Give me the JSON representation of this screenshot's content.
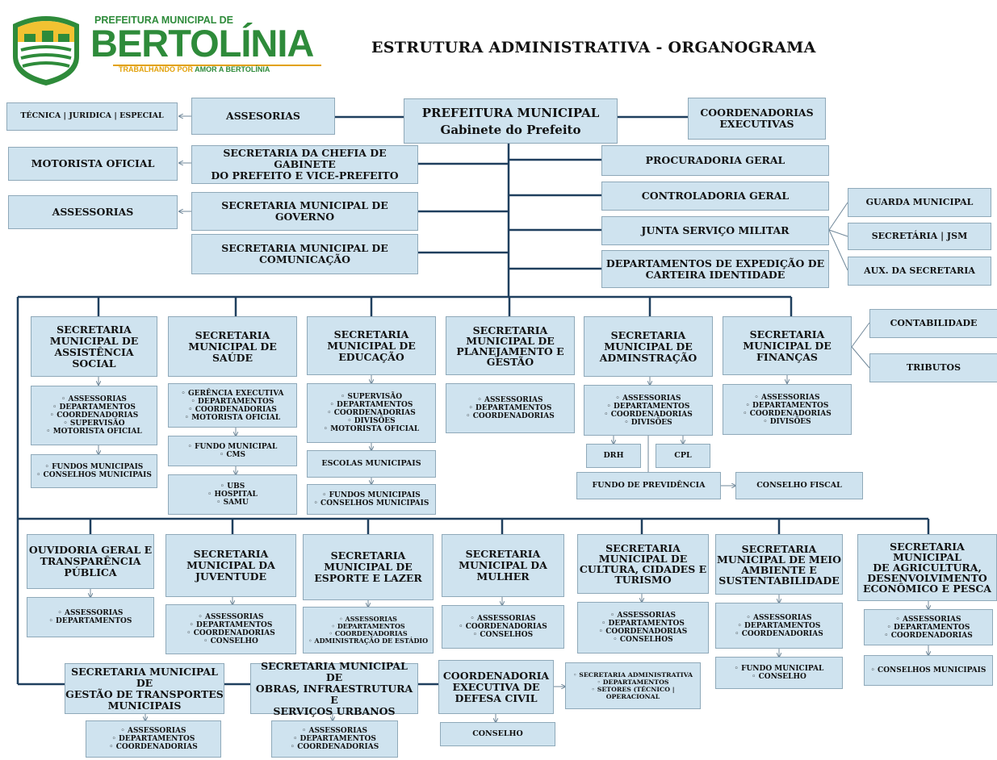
{
  "header": {
    "brand_top": "PREFEITURA MUNICIPAL DE",
    "brand_name": "BERTOLÍNIA",
    "brand_tag_prefix": "TRABALHANDO POR",
    "brand_tag_emphasis": "AMOR A BERTOLÍNIA",
    "title": "ESTRUTURA ADMINISTRATIVA - ORGANOGRAMA",
    "colors": {
      "brand_green": "#2e8b3a",
      "brand_gold": "#e2a10a",
      "box_fill": "#cfe3ef",
      "line": "#1f3f5e"
    }
  },
  "top": {
    "prefeitura": "PREFEITURA MUNICIPAL",
    "gabinete": "Gabinete do Prefeito",
    "assesorias": "ASSESORIAS",
    "tecnica": "TÉCNICA | JURIDICA | ESPECIAL",
    "coord_exec": "COORDENADORIAS\nEXECUTIVAS",
    "motorista": "MOTORISTA OFICIAL",
    "sec_chefia": "SECRETARIA DA CHEFIA DE GABINETE\nDO PREFEITO E VICE-PREFEITO",
    "assessorias": "ASSESSORIAS",
    "sec_governo": "SECRETARIA MUNICIPAL DE GOVERNO",
    "sec_comunicacao": "SECRETARIA MUNICIPAL DE\nCOMUNICAÇÃO",
    "procuradoria": "PROCURADORIA GERAL",
    "controladoria": "CONTROLADORIA GERAL",
    "junta": "JUNTA SERVIÇO MILITAR",
    "guarda": "GUARDA MUNICIPAL",
    "secretaria_jsm": "SECRETÁRIA | JSM",
    "aux_secretaria": "AUX. DA SECRETARIA",
    "dept_expedicao": "DEPARTAMENTOS DE EXPEDIÇÃO DE\nCARTEIRA IDENTIDADE"
  },
  "row1": {
    "assist_social": "SECRETARIA\nMUNICIPAL DE\nASSISTÊNCIA SOCIAL",
    "assist_list": "◦ ASSESSORIAS\n◦ DEPARTAMENTOS\n◦ COORDENADORIAS\n◦ SUPERVISÃO\n◦ MOTORISTA OFICIAL",
    "assist_fundos": "◦ FUNDOS MUNICIPAIS\n◦ CONSELHOS MUNICIPAIS",
    "saude": "SECRETARIA\nMUNICIPAL DE\nSAÚDE",
    "saude_list": "◦ GERÊNCIA EXECUTIVA\n◦ DEPARTAMENTOS\n◦ COORDENADORIAS\n◦ MOTORISTA OFICIAL",
    "saude_fundo": "◦ FUNDO MUNICIPAL\n◦ CMS",
    "saude_ubs": "◦ UBS\n◦ HOSPITAL\n◦ SAMU",
    "educacao": "SECRETARIA\nMUNICIPAL DE\nEDUCAÇÃO",
    "educacao_list": "◦ SUPERVISÃO\n◦ DEPARTAMENTOS\n◦ COORDENADORIAS\n◦ DIVISÕES\n◦ MOTORISTA OFICIAL",
    "escolas": "ESCOLAS MUNICIPAIS",
    "educacao_fundos": "◦ FUNDOS MUNICIPAIS\n◦ CONSELHOS MUNICIPAIS",
    "planejamento": "SECRETARIA\nMUNICIPAL DE\nPLANEJAMENTO E\nGESTÃO",
    "planejamento_list": "◦ ASSESSORIAS\n◦ DEPARTAMENTOS\n◦ COORDENADORIAS",
    "administracao": "SECRETARIA\nMUNICIPAL DE\nADMINSTRAÇÃO",
    "administracao_list": "◦ ASSESSORIAS\n◦ DEPARTAMENTOS\n◦ COORDENADORIAS\n◦ DIVISÕES",
    "drh": "DRH",
    "cpl": "CPL",
    "fundo_previdencia": "FUNDO DE PREVIDÊNCIA",
    "conselho_fiscal": "CONSELHO FISCAL",
    "financas": "SECRETARIA\nMUNICIPAL DE\nFINANÇAS",
    "financas_list": "◦ ASSESSORIAS\n◦ DEPARTAMENTOS\n◦ COORDENADORIAS\n◦ DIVISÕES",
    "contabilidade": "CONTABILIDADE",
    "tributos": "TRIBUTOS"
  },
  "row2": {
    "ouvidoria": "OUVIDORIA GERAL E\nTRANSPARÊNCIA\nPÚBLICA",
    "ouvidoria_list": "◦ ASSESSORIAS\n◦ DEPARTAMENTOS",
    "juventude": "SECRETARIA\nMUNICIPAL DA\nJUVENTUDE",
    "juventude_list": "◦ ASSESSORIAS\n◦ DEPARTAMENTOS\n◦ COORDENADORIAS\n◦ CONSELHO",
    "esporte": "SECRETARIA\nMUNICIPAL DE\nESPORTE E LAZER",
    "esporte_list": "◦ ASSESSORIAS\n◦ DEPARTAMENTOS\n◦ COORDENADORIAS\n◦ ADMINISTRAÇÃO DE ESTÁDIO",
    "mulher": "SECRETARIA\nMUNICIPAL DA\nMULHER",
    "mulher_list": "◦ ASSESSORIAS\n◦ COORDENADORIAS\n◦ CONSELHOS",
    "cultura": "SECRETARIA\nMUNICIPAL DE\nCULTURA, CIDADES E\nTURISMO",
    "cultura_list": "◦ ASSESSORIAS\n◦ DEPARTAMENTOS\n◦ COORDENADORIAS\n◦ CONSELHOS",
    "meio_ambiente": "SECRETARIA\nMUNICIPAL DE MEIO\nAMBIENTE E\nSUSTENTABILIDADE",
    "meio_ambiente_list": "◦ ASSESSORIAS\n◦ DEPARTAMENTOS\n◦ COORDENADORIAS",
    "meio_ambiente_fundo": "◦ FUNDO MUNICIPAL\n◦ CONSELHO",
    "agricultura": "SECRETARIA MUNICIPAL\nDE AGRICULTURA,\nDESENVOLVIMENTO\nECONÔMICO E PESCA",
    "agricultura_list": "◦ ASSESSORIAS\n◦ DEPARTAMENTOS\n◦ COORDENADORIAS",
    "agricultura_conselhos": "◦ CONSELHOS MUNICIPAIS"
  },
  "row3": {
    "transportes": "SECRETARIA MUNICIPAL DE\nGESTÃO DE TRANSPORTES\nMUNICIPAIS",
    "transportes_list": "◦ ASSESSORIAS\n◦ DEPARTAMENTOS\n◦ COORDENADORIAS",
    "obras": "SECRETARIA MUNICIPAL DE\nOBRAS, INFRAESTRUTURA E\nSERVIÇOS URBANOS",
    "obras_list": "◦ ASSESSORIAS\n◦ DEPARTAMENTOS\n◦ COORDENADORIAS",
    "defesa_civil": "COORDENADORIA\nEXECUTIVA DE\nDEFESA CIVIL",
    "defesa_list": "◦ SECRETARIA ADMINISTRATIVA\n◦ DEPARTAMENTOS\n◦ SETORES (TÉCNICO |\nOPERACIONAL",
    "defesa_conselho": "CONSELHO"
  }
}
